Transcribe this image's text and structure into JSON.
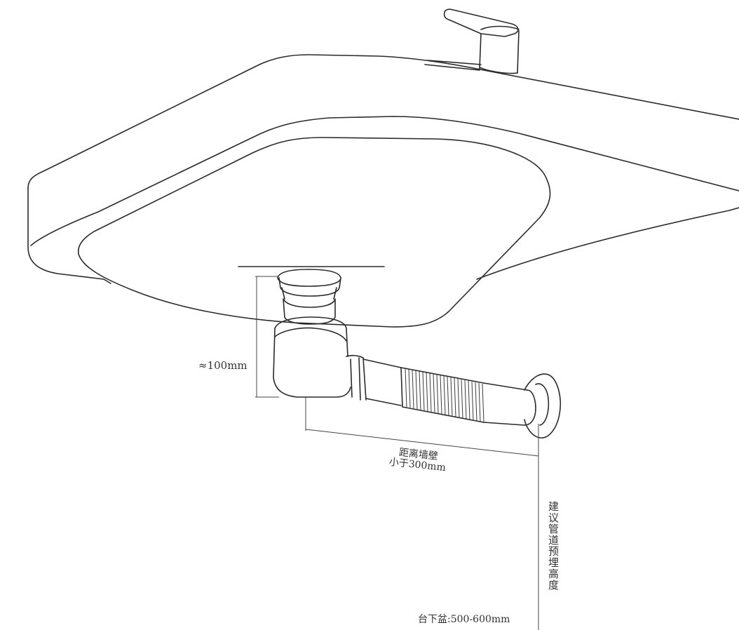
{
  "labels": {
    "drain_height": "≈100mm",
    "wall_distance_line1": "距离墙壁",
    "wall_distance_line2": "小于300mm",
    "pipe_height": "建议管道预埋高度",
    "undermount_basin": "台下盆:500-600mm"
  }
}
